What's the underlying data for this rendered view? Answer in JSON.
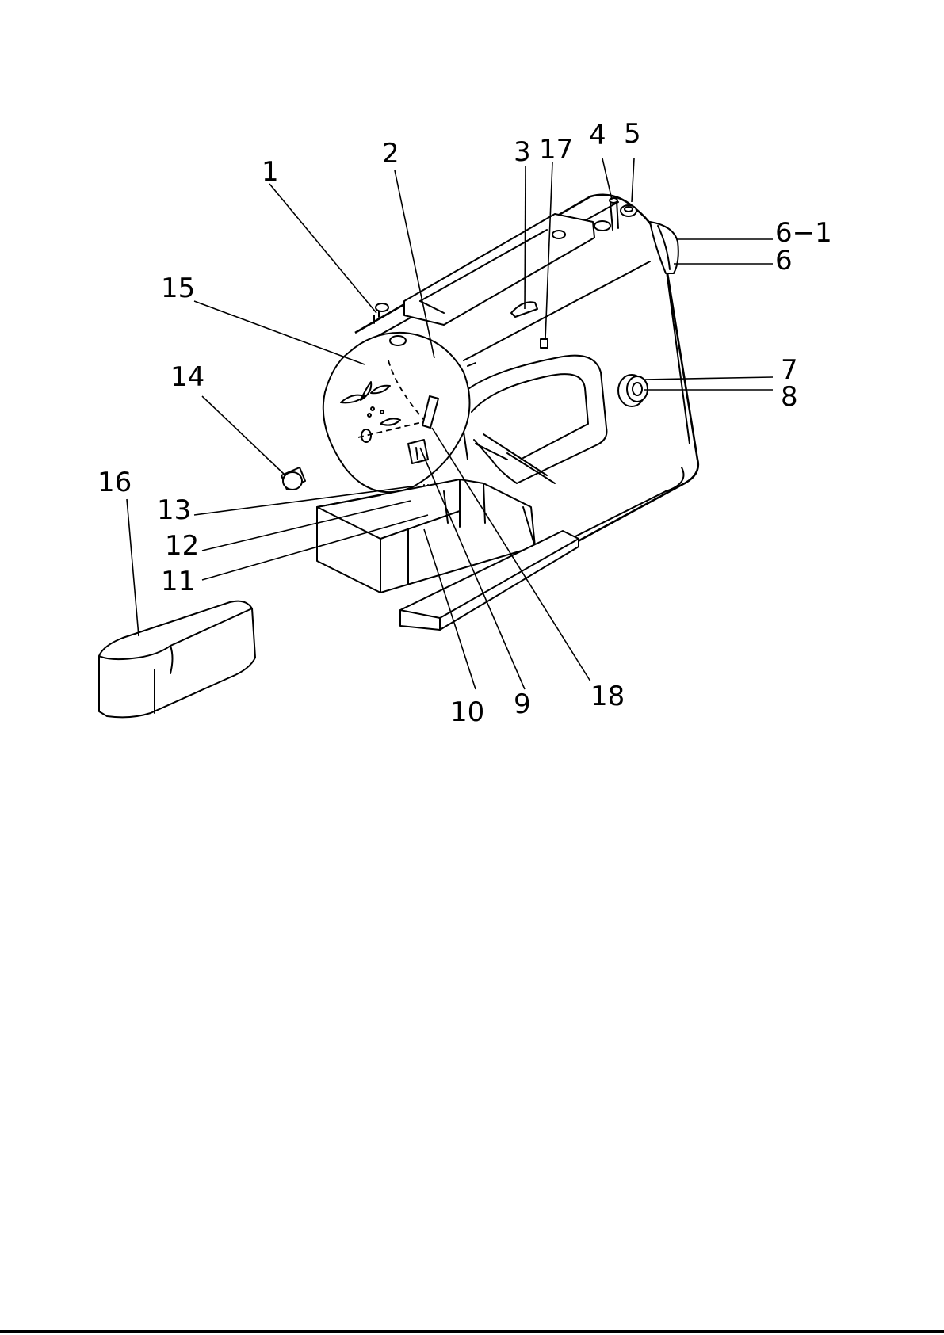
{
  "diagram": {
    "labels": {
      "l1": "1",
      "l2": "2",
      "l3": "3",
      "l17": "17",
      "l4": "4",
      "l5": "5",
      "l6_1": "6−1",
      "l6": "6",
      "l7": "7",
      "l8": "8",
      "l15": "15",
      "l14": "14",
      "l16": "16",
      "l13": "13",
      "l12": "12",
      "l11": "11",
      "l10": "10",
      "l9": "9",
      "l18": "18"
    }
  }
}
